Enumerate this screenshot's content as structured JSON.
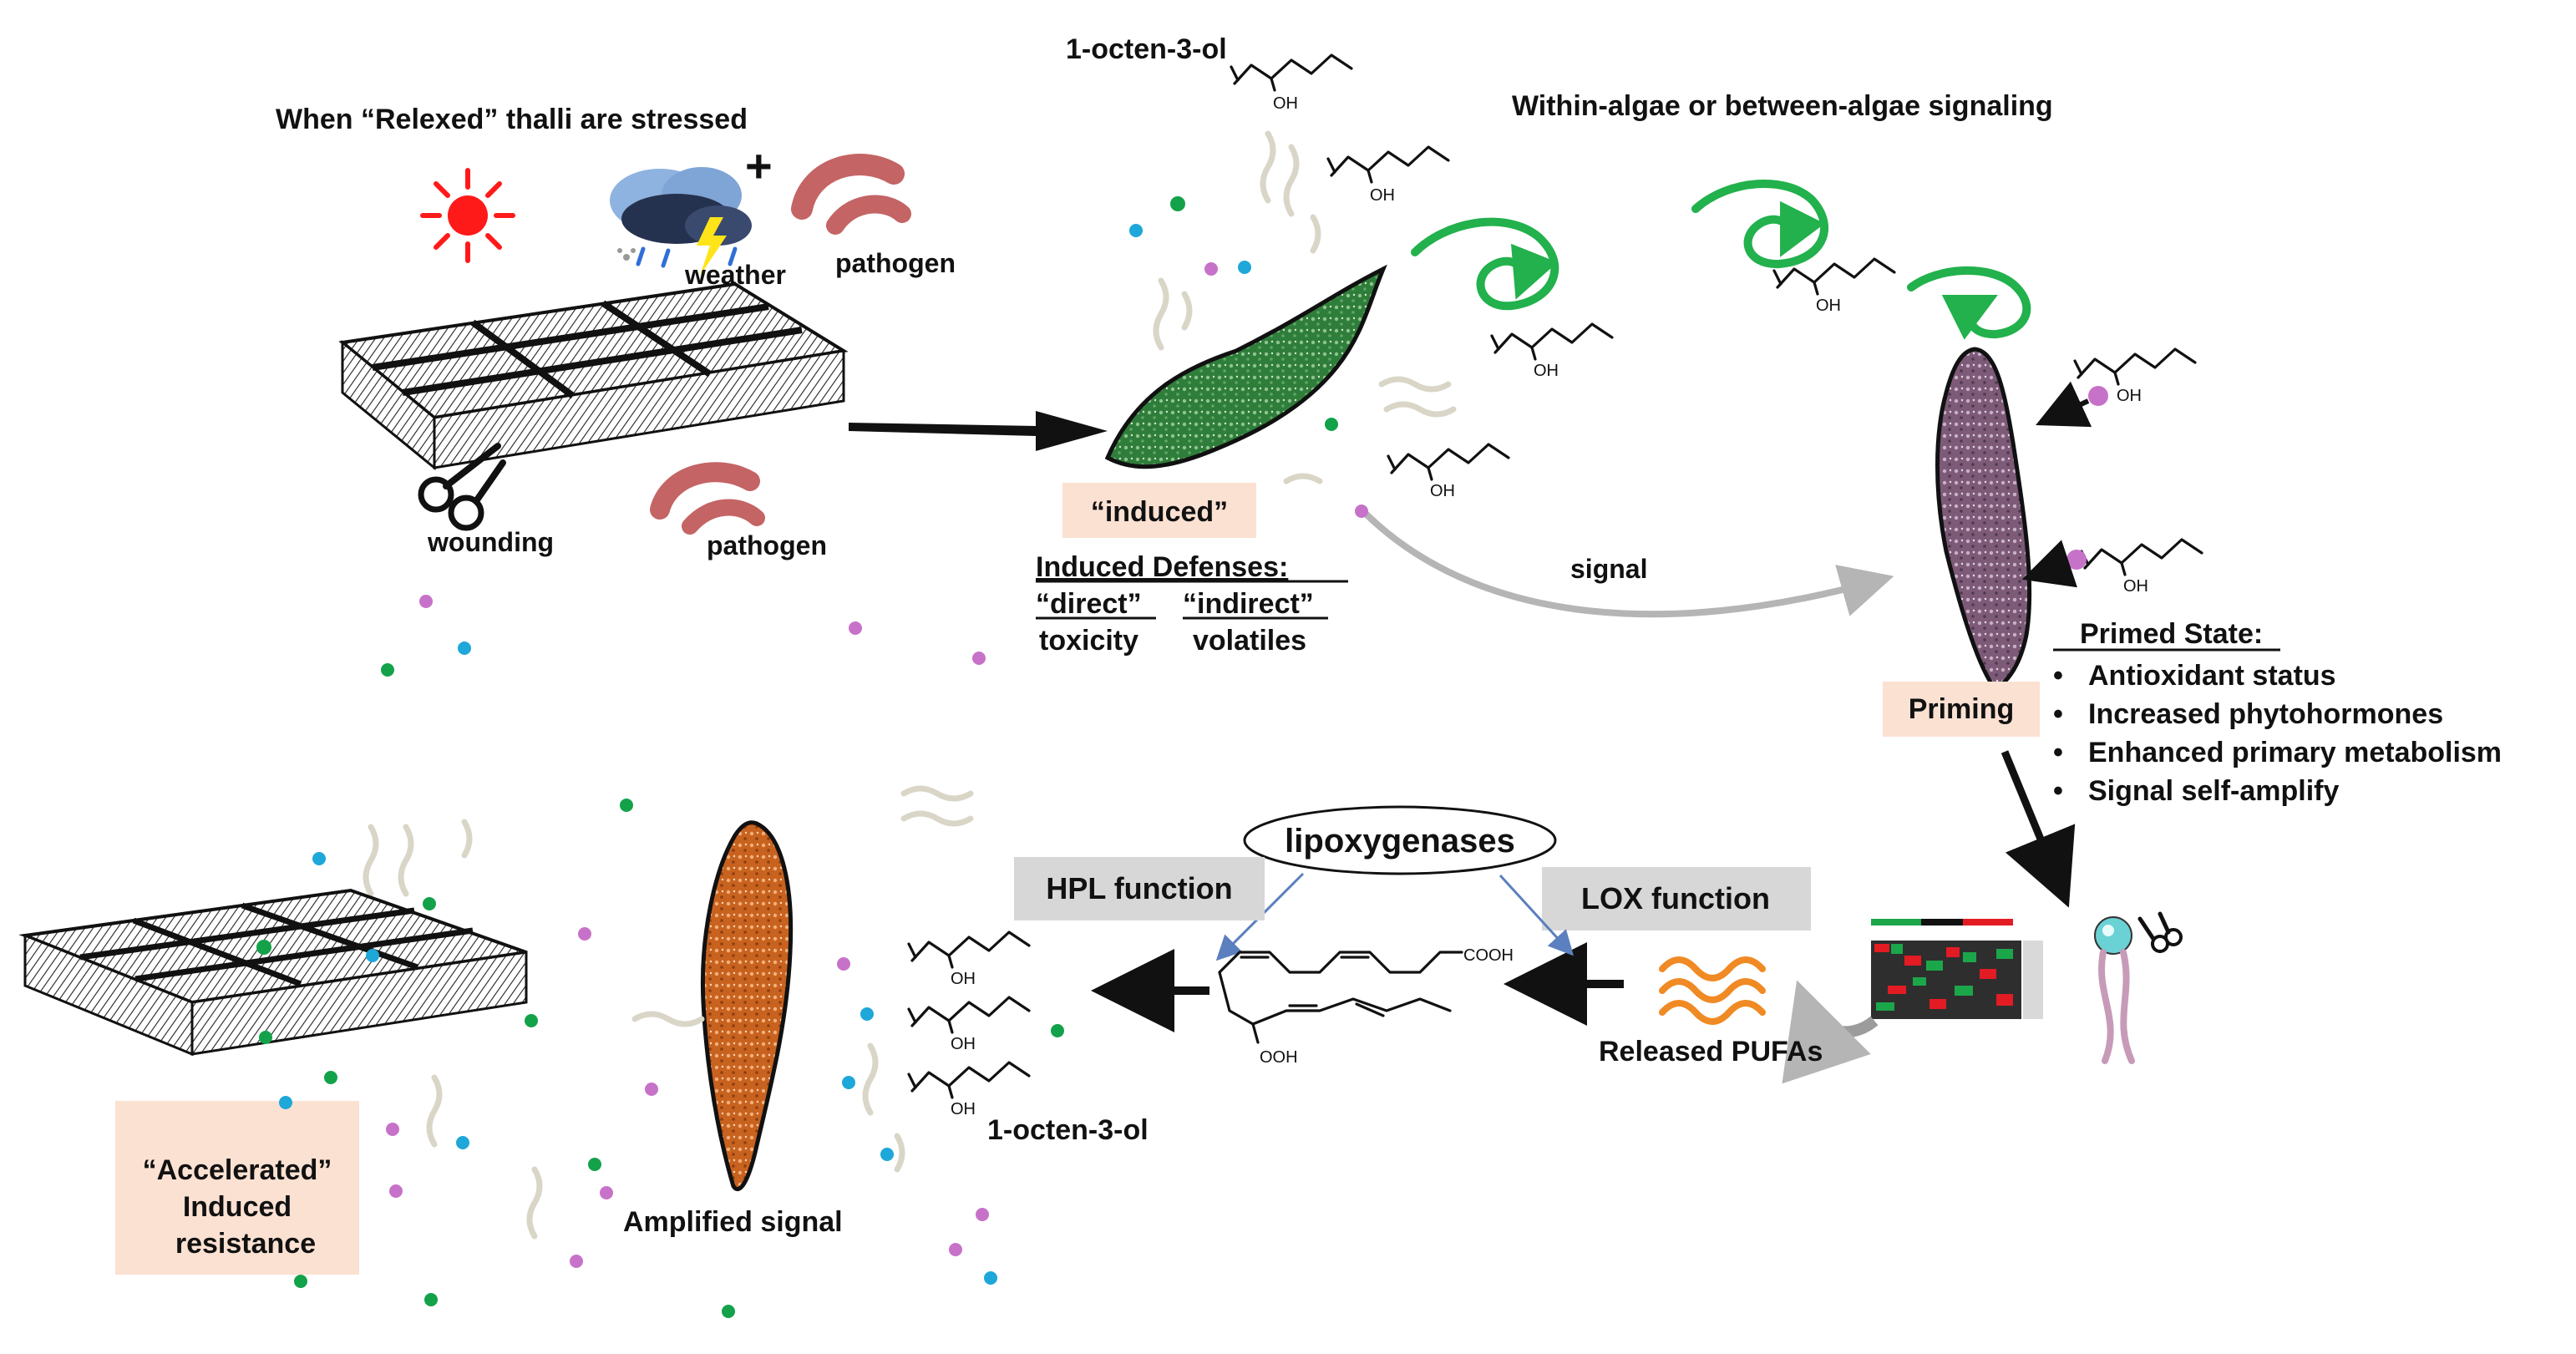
{
  "labels": {
    "octenol_top": "1-octen-3-ol",
    "stressed_title": "When “Relexed” thalli are stressed",
    "weather": "weather",
    "pathogen_1": "pathogen",
    "wounding": "wounding",
    "pathogen_2": "pathogen",
    "signaling_title": "Within-algae or between-algae signaling",
    "induced": "“induced”",
    "induced_defenses": "Induced Defenses:",
    "direct": "“direct”",
    "indirect": "“indirect”",
    "toxicity": "toxicity",
    "volatiles": "volatiles",
    "signal": "signal",
    "priming": "Priming",
    "primed_state_title": "Primed State:",
    "lipoxygenases": "lipoxygenases",
    "hpl_function": "HPL function",
    "lox_function": "LOX function",
    "released_pufas": "Released PUFAs",
    "octenol_bottom": "1-octen-3-ol",
    "amplified_signal": "Amplified signal",
    "accelerated_1": "“Accelerated”",
    "accelerated_2": "Induced",
    "accelerated_3": "resistance",
    "oh": "OH",
    "cooh": "COOH",
    "ooh": "OOH"
  },
  "primed_state_items": [
    "Antioxidant status",
    "Increased phytohormones",
    "Enhanced primary metabolism",
    "Signal self-amplify"
  ],
  "colors": {
    "green_thallus": "#2f7d3a",
    "purple_thallus": "#7d5a78",
    "orange_thallus": "#c8621f",
    "spiral_green": "#22b14c",
    "peach_box": "#fbe1d2",
    "gray_box": "#d7d7d7",
    "dot_green": "#13a24a",
    "dot_cyan": "#1ea7d9",
    "dot_pink": "#c772c9",
    "sun_red": "#ff1a1a",
    "pathogen_red": "#c46464",
    "pufa_orange": "#f08a24"
  },
  "icons": [
    "sun-icon",
    "storm-cloud-icon",
    "scissors-icon",
    "pathogen-icon",
    "membrane-lipid-icon",
    "heatmap-icon",
    "pufa-icon"
  ]
}
